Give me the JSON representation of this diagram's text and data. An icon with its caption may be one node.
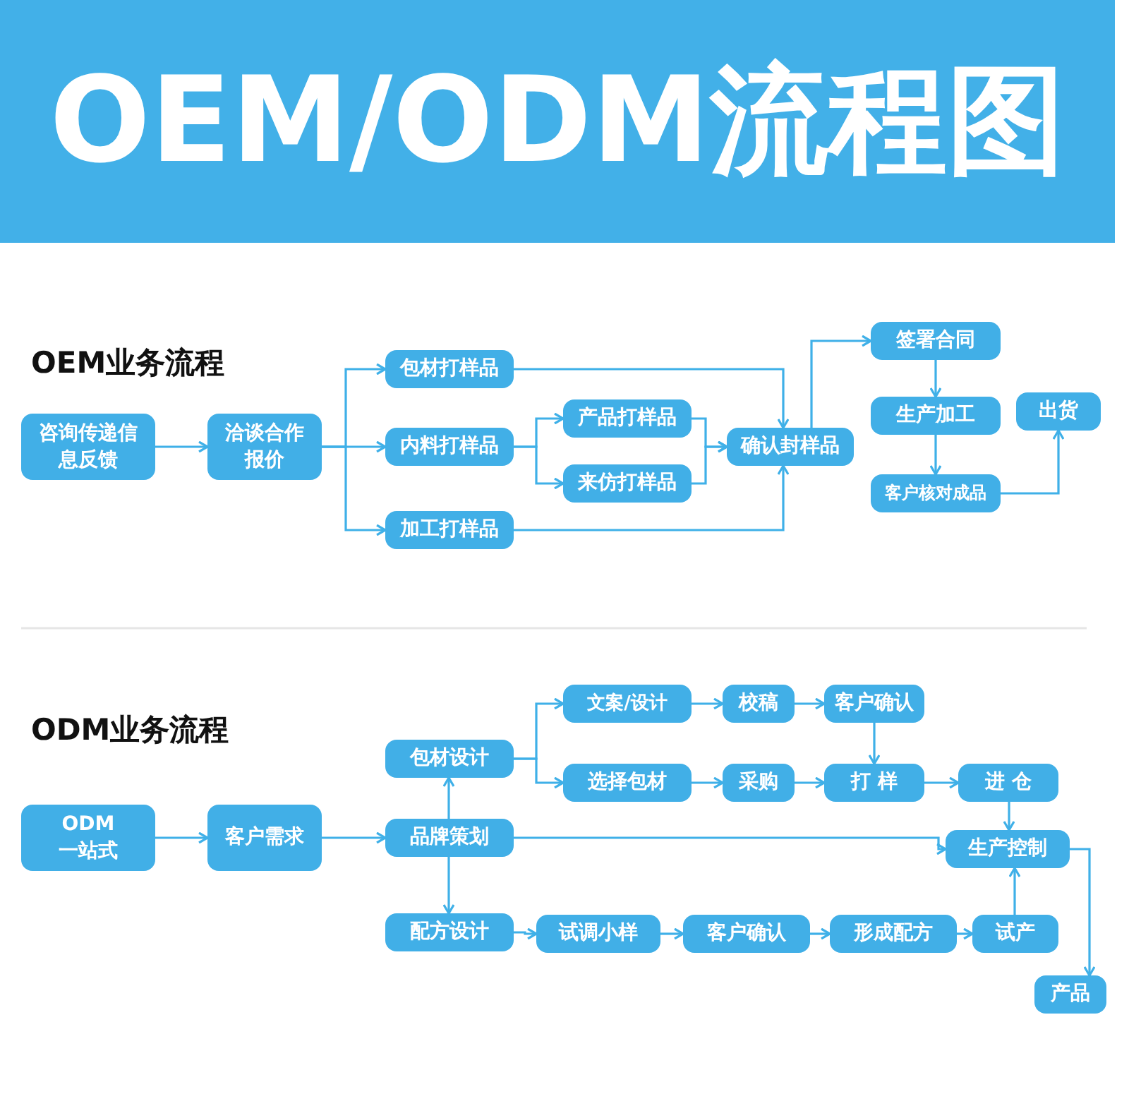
{
  "diagram": {
    "title": "OEM/ODM流程图",
    "nodes": [
      {
        "text": [
          "咨询传递信息反馈"
        ]
      },
      {
        "text": [
          "洽谈合作报价"
        ]
      },
      {
        "text": [
          "包材打样品"
        ]
      },
      {
        "text": [
          "内料打样品"
        ]
      },
      {
        "text": [
          "加工打样品"
        ]
      },
      {
        "text": [
          "产品打样品"
        ]
      },
      {
        "text": [
          "来仿打样品"
        ]
      },
      {
        "text": [
          "确认封样品"
        ]
      },
      {
        "text": [
          "签署合同"
        ]
      },
      {
        "text": [
          "生产加工"
        ]
      },
      {
        "text": [
          "出货"
        ]
      },
      {
        "text": [
          "客户核对成品"
        ]
      },
      {
        "text": [
          "ODM 一站式"
        ]
      },
      {
        "text": [
          "客户需求"
        ]
      },
      {
        "text": [
          "包材设计"
        ]
      },
      {
        "text": [
          "品牌策划"
        ]
      },
      {
        "text": [
          "配方设计"
        ]
      },
      {
        "text": [
          "文案/设计"
        ]
      },
      {
        "text": [
          "选择包材"
        ]
      },
      {
        "text": [
          "校稿"
        ]
      },
      {
        "text": [
          "客户确认"
        ]
      },
      {
        "text": [
          "采购"
        ]
      },
      {
        "text": [
          "打 样"
        ]
      },
      {
        "text": [
          "进 仓"
        ]
      },
      {
        "text": [
          "生产控制"
        ]
      },
      {
        "text": [
          "试调小样"
        ]
      },
      {
        "text": [
          "客户确认"
        ]
      },
      {
        "text": [
          "形成配方"
        ]
      },
      {
        "text": [
          "试产"
        ]
      },
      {
        "text": [
          "产品"
        ]
      }
    ],
    "edges": [
      {
        "from": 0,
        "to": 1,
        "arrow": "to"
      },
      {
        "from": 1,
        "to": 2,
        "arrow": "to"
      },
      {
        "from": 1,
        "to": 3,
        "arrow": "to"
      },
      {
        "from": 1,
        "to": 4,
        "arrow": "to"
      },
      {
        "from": 2,
        "to": 7,
        "arrow": "to"
      },
      {
        "from": 3,
        "to": 5,
        "arrow": "to"
      },
      {
        "from": 3,
        "to": 6,
        "arrow": "to"
      },
      {
        "from": 5,
        "to": 7,
        "arrow": "to"
      },
      {
        "from": 6,
        "to": 7,
        "arrow": "to"
      },
      {
        "from": 4,
        "to": 7,
        "arrow": "to"
      },
      {
        "from": 7,
        "to": 8,
        "arrow": "to"
      },
      {
        "from": 8,
        "to": 9,
        "arrow": "to"
      },
      {
        "from": 9,
        "to": 11,
        "arrow": "to"
      },
      {
        "from": 11,
        "to": 10,
        "arrow": "to"
      },
      {
        "from": 12,
        "to": 13,
        "arrow": "to"
      },
      {
        "from": 13,
        "to": 15,
        "arrow": "to"
      },
      {
        "from": 15,
        "to": 14,
        "arrow": "to"
      },
      {
        "from": 15,
        "to": 16,
        "arrow": "to"
      },
      {
        "from": 14,
        "to": 17,
        "arrow": "to"
      },
      {
        "from": 14,
        "to": 18,
        "arrow": "to"
      },
      {
        "from": 17,
        "to": 19,
        "arrow": "to"
      },
      {
        "from": 19,
        "to": 20,
        "arrow": "to"
      },
      {
        "from": 20,
        "to": 22,
        "arrow": "to"
      },
      {
        "from": 18,
        "to": 21,
        "arrow": "to"
      },
      {
        "from": 21,
        "to": 22,
        "arrow": "to"
      },
      {
        "from": 22,
        "to": 23,
        "arrow": "to"
      },
      {
        "from": 23,
        "to": 24,
        "arrow": "to"
      },
      {
        "from": 15,
        "to": 24,
        "arrow": "to"
      },
      {
        "from": 16,
        "to": 25,
        "arrow": "to"
      },
      {
        "from": 25,
        "to": 26,
        "arrow": "to"
      },
      {
        "from": 26,
        "to": 27,
        "arrow": "to"
      },
      {
        "from": 27,
        "to": 28,
        "arrow": "to"
      },
      {
        "from": 28,
        "to": 24,
        "arrow": "to"
      },
      {
        "from": 24,
        "to": 29,
        "arrow": "to"
      }
    ],
    "labels": [
      "OEM业务流程",
      "ODM业务流程"
    ]
  }
}
